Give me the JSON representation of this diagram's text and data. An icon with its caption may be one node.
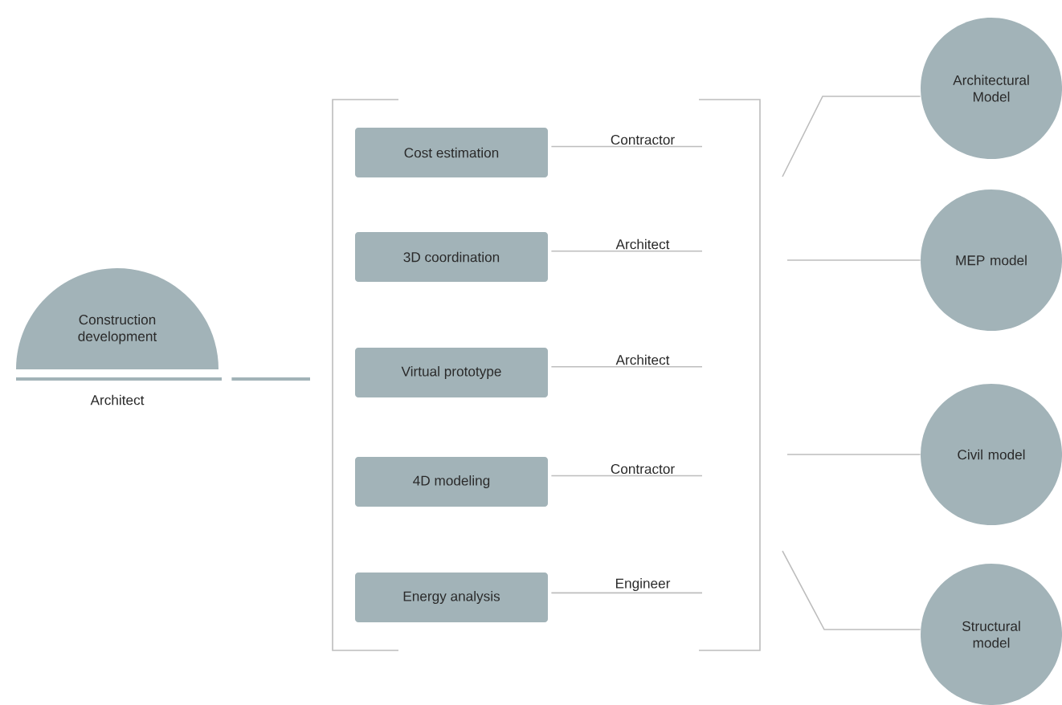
{
  "diagram": {
    "nodes": [
      {
        "text": [
          "Construction development"
        ],
        "beside": [
          "Architect"
        ]
      },
      {
        "text": [],
        "shape": "bracket"
      },
      {
        "text": [
          "Cost estimation"
        ],
        "in": 1
      },
      {
        "text": [
          "Contractor"
        ],
        "in": 1
      },
      {
        "text": [
          "3D coordination"
        ],
        "in": 1
      },
      {
        "text": [
          "Architect"
        ],
        "in": 1
      },
      {
        "text": [
          "Virtual prototype"
        ],
        "in": 1
      },
      {
        "text": [
          "Architect"
        ],
        "in": 1
      },
      {
        "text": [
          "4D modeling"
        ],
        "in": 1
      },
      {
        "text": [
          "Contractor"
        ],
        "in": 1
      },
      {
        "text": [
          "Energy analysis"
        ],
        "in": 1
      },
      {
        "text": [
          "Engineer"
        ],
        "in": 1
      },
      {
        "text": [
          "Architectural Model"
        ]
      },
      {
        "text": [
          "MEP model"
        ]
      },
      {
        "text": [
          "Civil model"
        ]
      },
      {
        "text": [
          "Structural model"
        ]
      }
    ],
    "edges": [
      {
        "from": 0,
        "to": 1,
        "arrow": "none"
      },
      {
        "from": 2,
        "to": 3,
        "arrow": "none"
      },
      {
        "from": 4,
        "to": 5,
        "arrow": "none"
      },
      {
        "from": 6,
        "to": 7,
        "arrow": "none"
      },
      {
        "from": 8,
        "to": 9,
        "arrow": "none"
      },
      {
        "from": 10,
        "to": 11,
        "arrow": "none"
      },
      {
        "from": 1,
        "to": 12,
        "arrow": "none"
      },
      {
        "from": 1,
        "to": 13,
        "arrow": "none"
      },
      {
        "from": 1,
        "to": 14,
        "arrow": "none"
      },
      {
        "from": 1,
        "to": 15,
        "arrow": "none"
      }
    ]
  }
}
